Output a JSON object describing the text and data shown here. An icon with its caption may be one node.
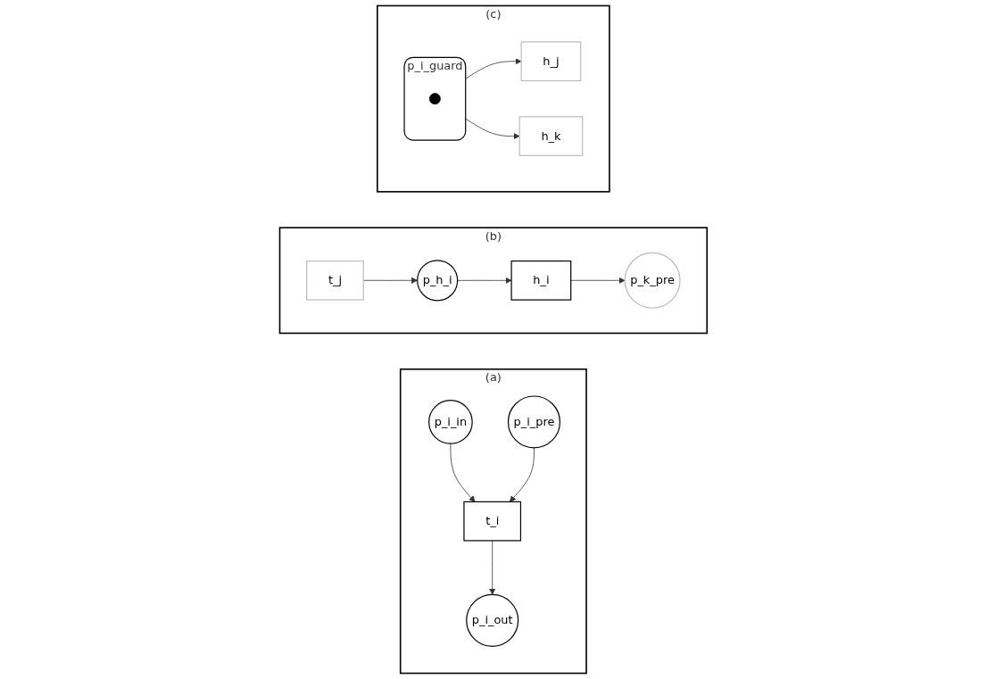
{
  "diagram": {
    "nodes": [
      {
        "text": [
          "(a)"
        ]
      },
      {
        "text": [
          "p_i_in"
        ],
        "in": 0
      },
      {
        "text": [
          "p_i_pre"
        ],
        "in": 0
      },
      {
        "text": [
          "t_i"
        ],
        "in": 0
      },
      {
        "text": [
          "p_i_out"
        ],
        "in": 0
      },
      {
        "text": [
          "(b)"
        ]
      },
      {
        "text": [
          "t_j"
        ],
        "in": 5
      },
      {
        "text": [
          "p_h_i"
        ],
        "in": 5
      },
      {
        "text": [
          "h_i"
        ],
        "in": 5
      },
      {
        "text": [
          "p_k_pre"
        ],
        "in": 5
      },
      {
        "text": [
          "(c)"
        ]
      },
      {
        "text": [
          "h_j"
        ],
        "in": 10
      },
      {
        "text": [
          "p_i_guard"
        ],
        "in": 10
      },
      {
        "text": [],
        "shape": "circle",
        "in": 12
      },
      {
        "text": [
          "h_k"
        ],
        "in": 10
      }
    ],
    "edges": [
      {
        "from": 1,
        "to": 3,
        "arrow": "to"
      },
      {
        "from": 2,
        "to": 3,
        "arrow": "to"
      },
      {
        "from": 3,
        "to": 4,
        "arrow": "to"
      },
      {
        "from": 6,
        "to": 7,
        "arrow": "to"
      },
      {
        "from": 7,
        "to": 8,
        "arrow": "to"
      },
      {
        "from": 8,
        "to": 9,
        "arrow": "to"
      },
      {
        "from": 12,
        "to": 11,
        "arrow": "to"
      },
      {
        "from": 12,
        "to": 14,
        "arrow": "to"
      }
    ]
  }
}
